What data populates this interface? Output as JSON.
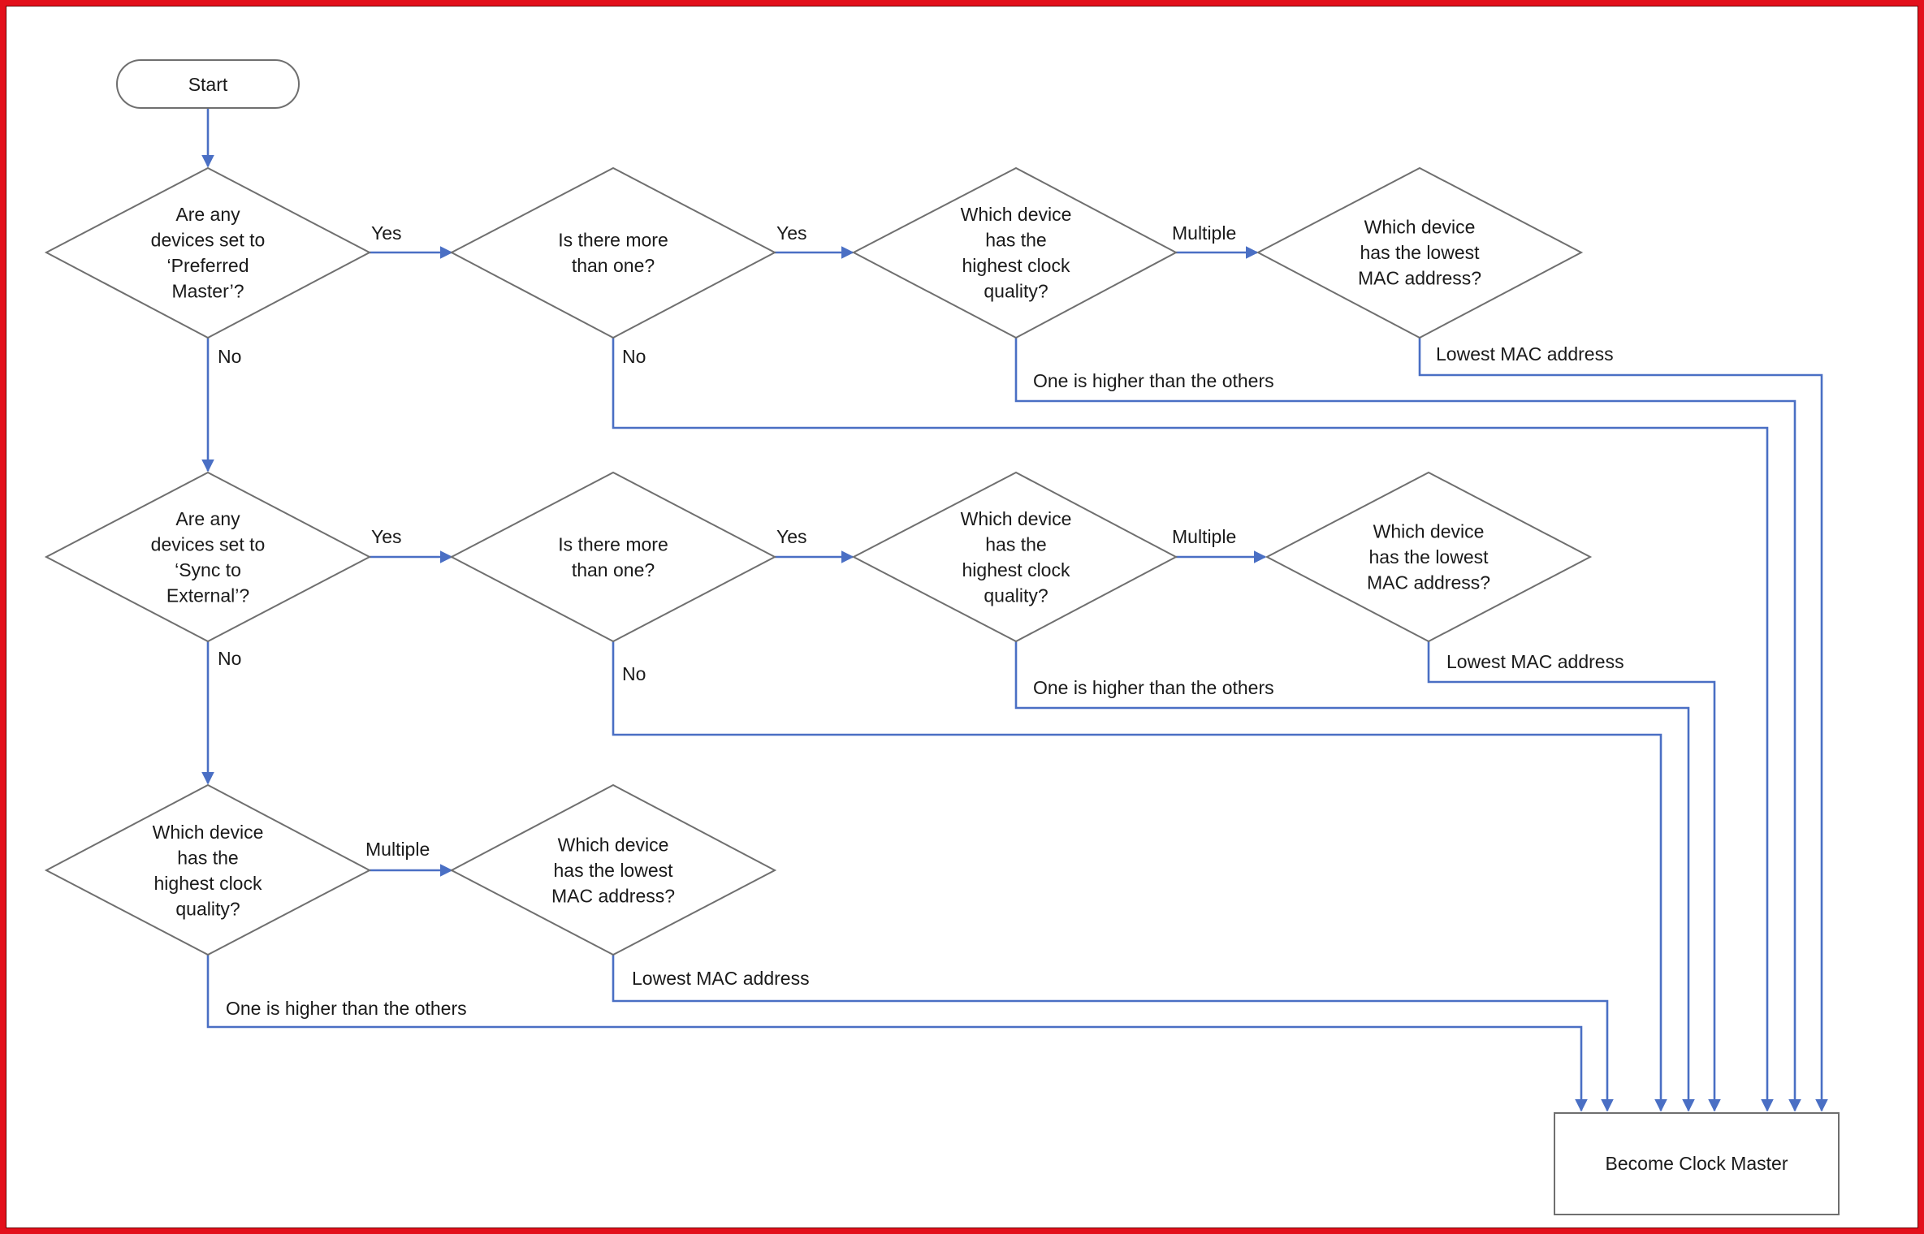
{
  "colors": {
    "frame": "#e3101b",
    "connector": "#4a6fc4",
    "shape_outline": "#6f6f6f"
  },
  "nodes": {
    "start": [
      "Start"
    ],
    "d1": [
      "Are any",
      "devices set to",
      "‘Preferred",
      "Master’?"
    ],
    "d2": [
      "Is there more",
      "than one?"
    ],
    "d3": [
      "Which device",
      "has the",
      "highest clock",
      "quality?"
    ],
    "d4": [
      "Which device",
      "has the lowest",
      "MAC address?"
    ],
    "e1": [
      "Are any",
      "devices set to",
      "‘Sync to",
      "External’?"
    ],
    "e2": [
      "Is there more",
      "than one?"
    ],
    "e3": [
      "Which device",
      "has the",
      "highest clock",
      "quality?"
    ],
    "e4": [
      "Which device",
      "has the lowest",
      "MAC address?"
    ],
    "f1": [
      "Which device",
      "has the",
      "highest clock",
      "quality?"
    ],
    "f2": [
      "Which device",
      "has the lowest",
      "MAC address?"
    ],
    "end": [
      "Become Clock Master"
    ]
  },
  "labels": {
    "d1_yes": "Yes",
    "d1_no": "No",
    "d2_yes": "Yes",
    "d2_no": "No",
    "d3_multiple": "Multiple",
    "d3_one": "One is higher than the others",
    "d4_lowest": "Lowest MAC address",
    "e1_yes": "Yes",
    "e1_no": "No",
    "e2_yes": "Yes",
    "e2_no": "No",
    "e3_multiple": "Multiple",
    "e3_one": "One is higher than the others",
    "e4_lowest": "Lowest MAC address",
    "f1_multiple": "Multiple",
    "f1_one": "One is higher than the others",
    "f2_lowest": "Lowest MAC address"
  }
}
